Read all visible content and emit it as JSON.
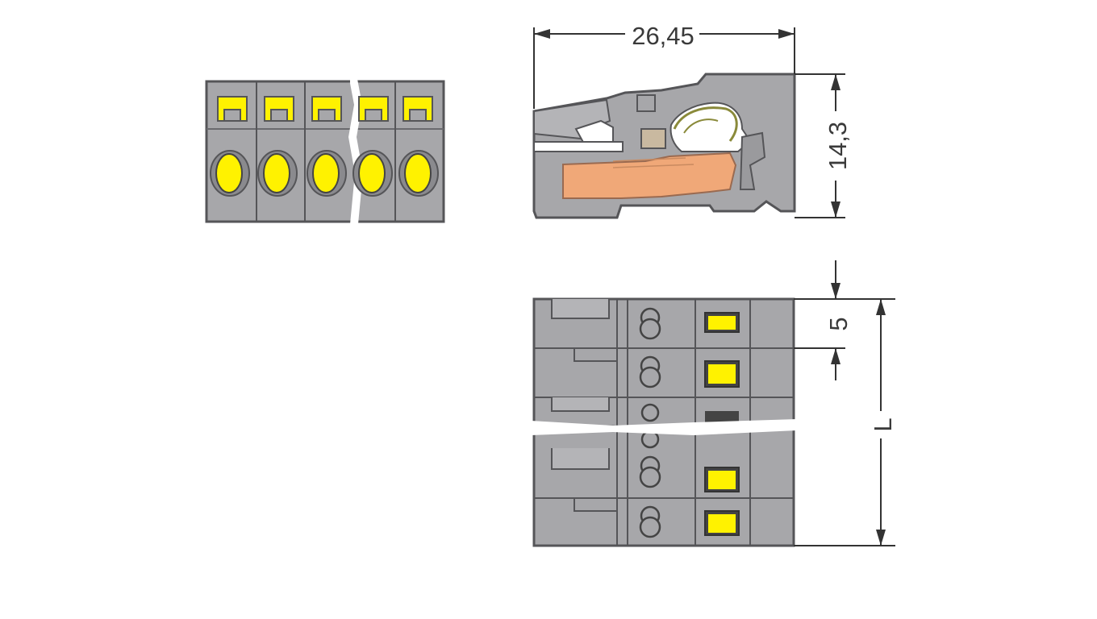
{
  "dimensions": {
    "width": "26,45",
    "height": "14,3",
    "pitch": "5",
    "length": "L"
  },
  "colors": {
    "housing": "#a7a7aa",
    "housing_dark": "#8a8a8e",
    "outline": "#555558",
    "button_yellow": "#fff200",
    "contact_orange": "#f0a878",
    "line": "#333333"
  }
}
